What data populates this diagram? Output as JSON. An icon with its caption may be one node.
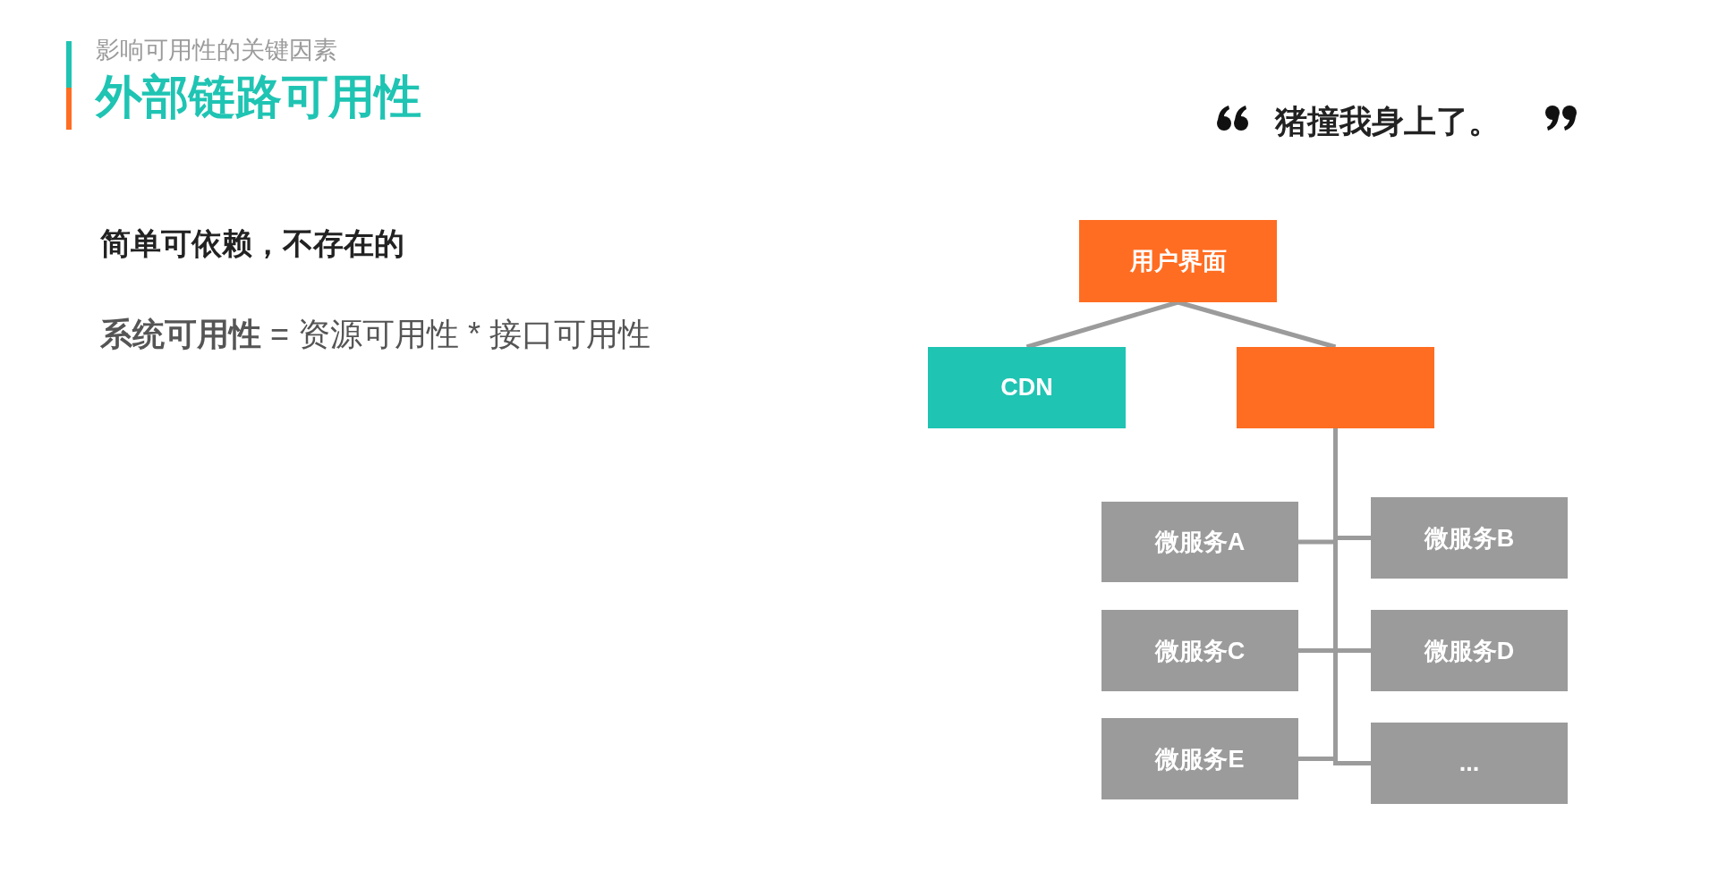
{
  "diagram": {
    "title": "外部链路可用性",
    "nodes": [
      {
        "text": [
          "用户界面"
        ]
      },
      {
        "text": [
          "CDN"
        ]
      },
      {
        "text": [],
        "shape": "box"
      },
      {
        "text": [
          "微服务A"
        ]
      },
      {
        "text": [
          "微服务B"
        ]
      },
      {
        "text": [
          "微服务C"
        ]
      },
      {
        "text": [
          "微服务D"
        ]
      },
      {
        "text": [
          "微服务E"
        ]
      },
      {
        "text": [
          "..."
        ]
      }
    ],
    "edges": [
      {
        "from": 0,
        "to": 1,
        "arrow": "none"
      },
      {
        "from": 0,
        "to": 2,
        "arrow": "none"
      },
      {
        "from": 2,
        "to": 3,
        "arrow": "none"
      },
      {
        "from": 2,
        "to": 4,
        "arrow": "none"
      },
      {
        "from": 2,
        "to": 5,
        "arrow": "none"
      },
      {
        "from": 2,
        "to": 6,
        "arrow": "none"
      },
      {
        "from": 2,
        "to": 7,
        "arrow": "none"
      },
      {
        "from": 2,
        "to": 8,
        "arrow": "none"
      }
    ],
    "labels": [
      "影响可用性的关键因素",
      "猪撞我身上了。",
      "简单可依赖，不存在的",
      "**系统可用性** = 资源可用性 * 接口可用性"
    ]
  }
}
